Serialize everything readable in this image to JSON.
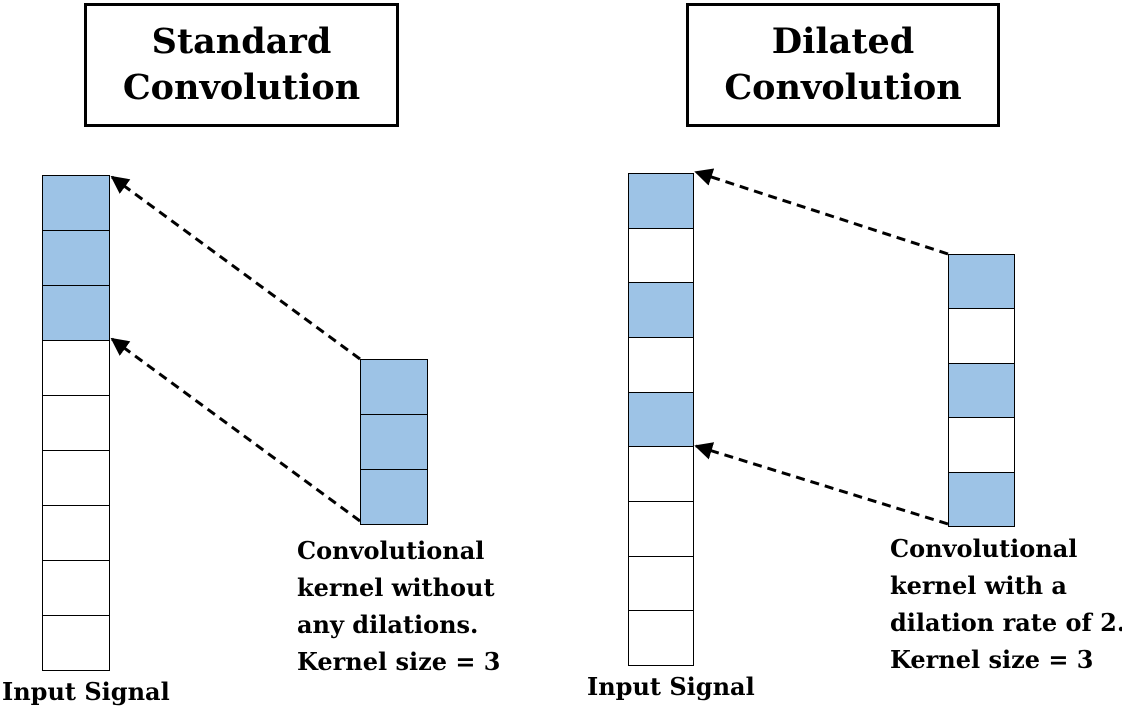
{
  "panels": [
    {
      "id": "standard",
      "title_lines": [
        "Standard",
        "Convolution"
      ],
      "input_cells": [
        true,
        true,
        true,
        false,
        false,
        false,
        false,
        false,
        false
      ],
      "kernel_cells": [
        true,
        true,
        true
      ],
      "caption_lines": [
        "Convolutional",
        "kernel without",
        "any dilations.",
        "Kernel size = 3"
      ],
      "input_label": "Input Signal"
    },
    {
      "id": "dilated",
      "title_lines": [
        "Dilated",
        "Convolution"
      ],
      "input_cells": [
        true,
        false,
        true,
        false,
        true,
        false,
        false,
        false,
        false
      ],
      "kernel_cells": [
        true,
        false,
        true,
        false,
        true
      ],
      "caption_lines": [
        "Convolutional",
        "kernel with a",
        "dilation rate of 2.",
        "Kernel size = 3"
      ],
      "input_label": "Input Signal"
    }
  ],
  "colors": {
    "highlight": "#9dc3e6",
    "stroke": "#000000"
  }
}
